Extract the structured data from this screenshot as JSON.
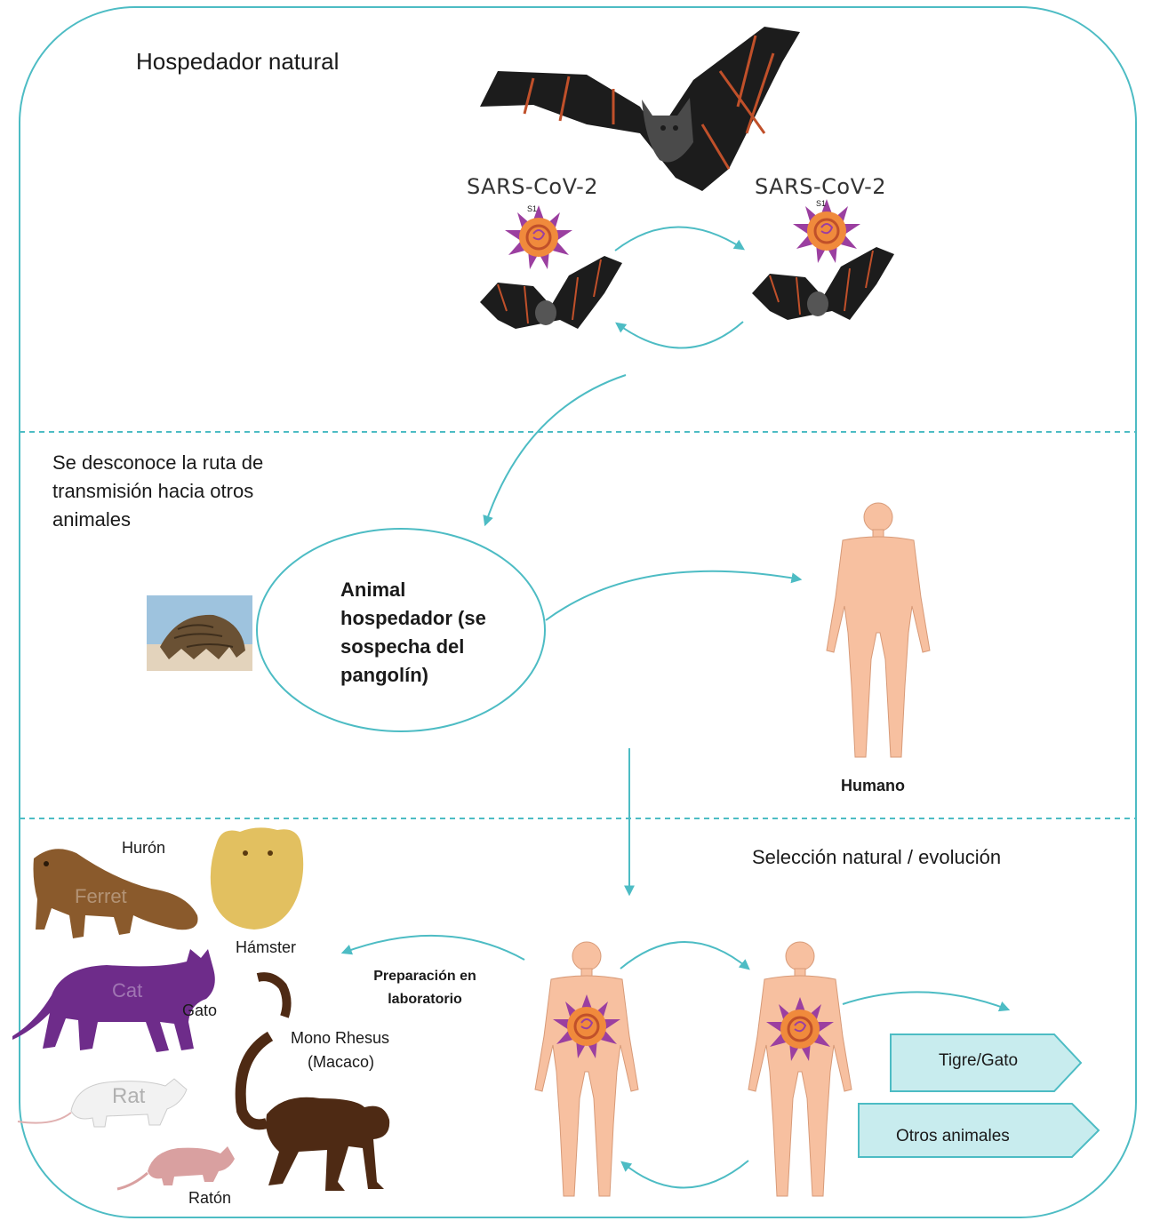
{
  "sections": {
    "natural_host": {
      "title": "Hospedador natural",
      "virus_label_left": "SARS-CoV-2",
      "virus_label_right": "SARS-CoV-2",
      "spike_label": "S1"
    },
    "intermediate": {
      "unknown_route_note": "Se desconoce la ruta de transmisión hacia otros animales",
      "host_label": "Animal hospedador (se sospecha del pangolín)",
      "human_label": "Humano"
    },
    "evolution": {
      "selection_label": "Selección natural / evolución",
      "lab_label": "Preparación en laboratorio",
      "animals": {
        "ferret": "Hurón",
        "ferret_text": "Ferret",
        "hamster": "Hámster",
        "cat": "Gato",
        "cat_text": "Cat",
        "rhesus": "Mono Rhesus",
        "rhesus_sub": "(Macaco)",
        "rat_text": "Rat",
        "mouse": "Ratón"
      },
      "targets": [
        "Tigre/Gato",
        "Otros animales"
      ]
    }
  },
  "colors": {
    "teal": "#4dbcc4",
    "skin": "#f7c0a0",
    "bat": "#1c1c1c",
    "bat_stripe": "#c0502a",
    "virus_orange": "#f08a3c",
    "virus_purple": "#9b3fa0",
    "ferret": "#8a5a2c",
    "hamster": "#e2c060",
    "cat": "#6e2c8a",
    "monkey": "#4e2a14",
    "mouse": "#d9a0a0",
    "tag_fill": "#c8ecee"
  }
}
